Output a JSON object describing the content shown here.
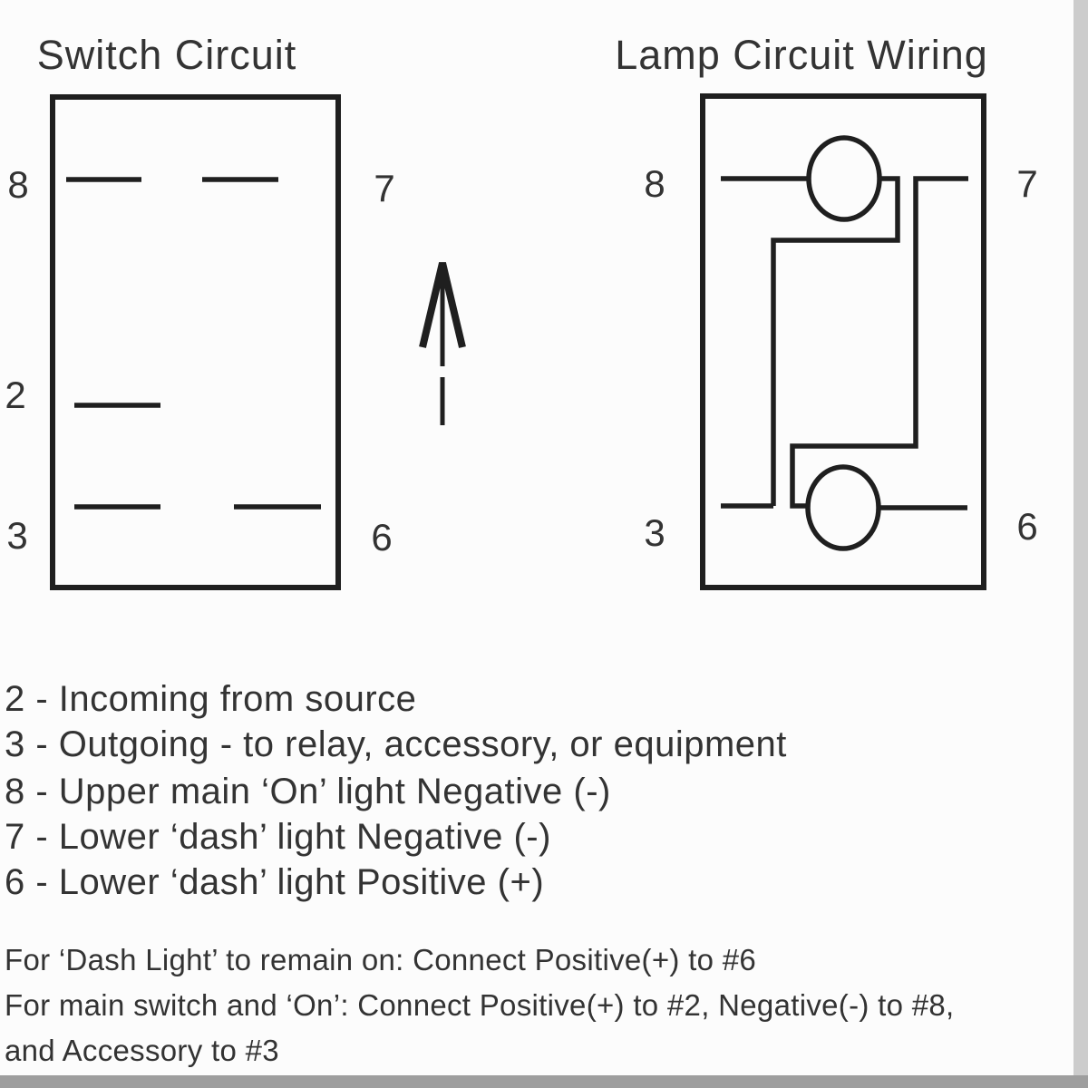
{
  "page": {
    "background": "#fcfcfc",
    "line_color": "#1f1f1f",
    "text_color": "#333333",
    "right_edge_color": "#cccccc",
    "bottom_edge_color": "#9e9e9e"
  },
  "switch_diagram": {
    "title": "Switch Circuit",
    "pins": {
      "top_left": "8",
      "mid_left": "2",
      "bottom_left": "3",
      "top_right": "7",
      "bottom_right": "6"
    }
  },
  "lamp_diagram": {
    "title": "Lamp Circuit Wiring",
    "pins": {
      "top_left": "8",
      "bottom_left": "3",
      "top_right": "7",
      "bottom_right": "6"
    }
  },
  "legend": {
    "lines": [
      "2 - Incoming from source",
      "3 - Outgoing - to relay, accessory, or equipment",
      "8 - Upper main ‘On’ light Negative (-)",
      "7 - Lower ‘dash’ light Negative (-)",
      "6 - Lower ‘dash’ light Positive (+)"
    ]
  },
  "notes": {
    "lines": [
      "For ‘Dash Light’ to remain on: Connect Positive(+) to #6",
      "For main switch and ‘On’: Connect Positive(+) to #2, Negative(-) to #8,",
      "and Accessory to #3"
    ]
  }
}
